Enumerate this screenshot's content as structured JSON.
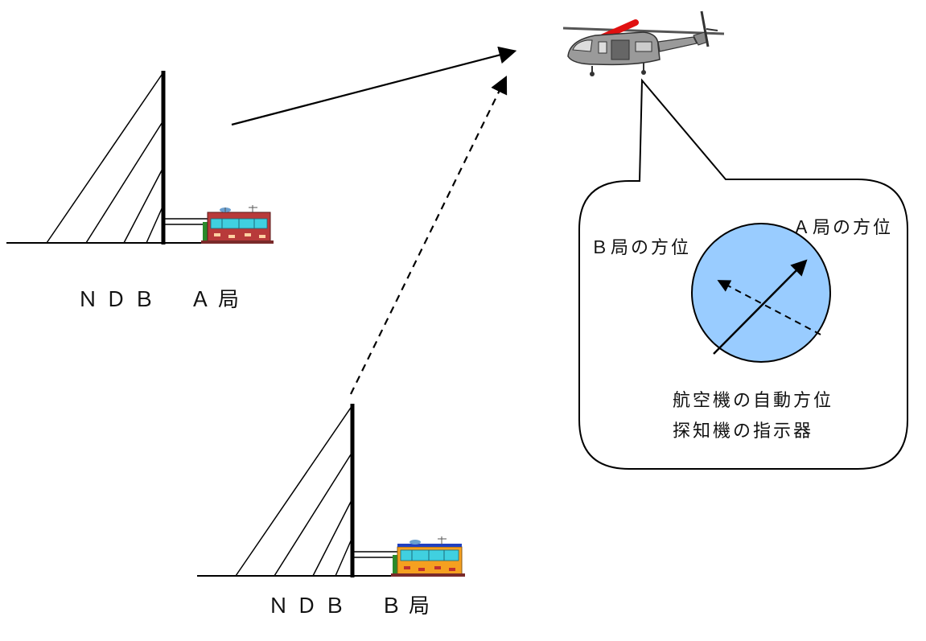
{
  "stations": {
    "a_label": "ＮＤＢ　Ａ局",
    "b_label": "ＮＤＢ　Ｂ局"
  },
  "bubble": {
    "b_bearing_label": "Ｂ局の方位",
    "a_bearing_label": "Ａ局の方位",
    "caption_line1": "航空機の自動方位",
    "caption_line2": "探知機の指示器"
  },
  "colors": {
    "dial_fill": "#99CCFF",
    "helicopter_body": "#9a9a9a",
    "rotor_blade": "#e01010",
    "station_a_building": "#b83a3a",
    "station_b_building": "#f5a020",
    "window": "#40d0e0"
  },
  "icons": [
    "helicopter-icon",
    "antenna-mast-icon",
    "station-building-icon",
    "direction-finder-dial-icon"
  ]
}
